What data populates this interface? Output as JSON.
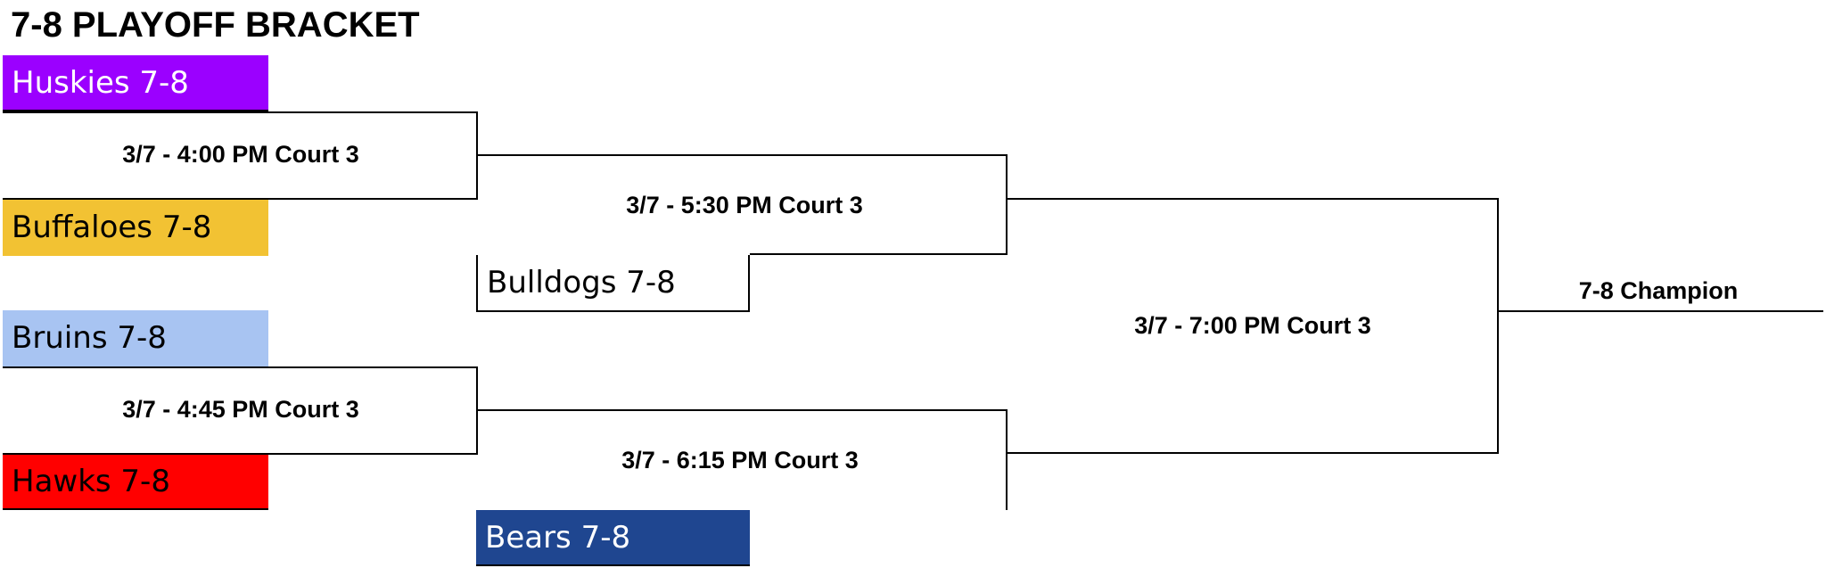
{
  "title": "7-8 PLAYOFF BRACKET",
  "teams": {
    "huskies": {
      "label": "Huskies 7-8",
      "bg": "#9B00FF",
      "color": "#FFFFFF"
    },
    "buffaloes": {
      "label": "Buffaloes 7-8",
      "bg": "#F2C233",
      "color": "#000000"
    },
    "bulldogs": {
      "label": "Bulldogs 7-8",
      "bg": "#FFFFFF",
      "color": "#000000"
    },
    "bruins": {
      "label": "Bruins 7-8",
      "bg": "#A8C4F2",
      "color": "#000000"
    },
    "hawks": {
      "label": "Hawks 7-8",
      "bg": "#FF0000",
      "color": "#000000"
    },
    "bears": {
      "label": "Bears 7-8",
      "bg": "#1F4690",
      "color": "#FFFFFF"
    }
  },
  "games": {
    "game1": "3/7 - 4:00 PM Court 3",
    "game2": "3/7 - 4:45 PM Court 3",
    "game3": "3/7 - 5:30 PM Court 3",
    "game4": "3/7 - 6:15 PM Court 3",
    "final": "3/7 - 7:00 PM Court 3"
  },
  "champion": "7-8 Champion"
}
